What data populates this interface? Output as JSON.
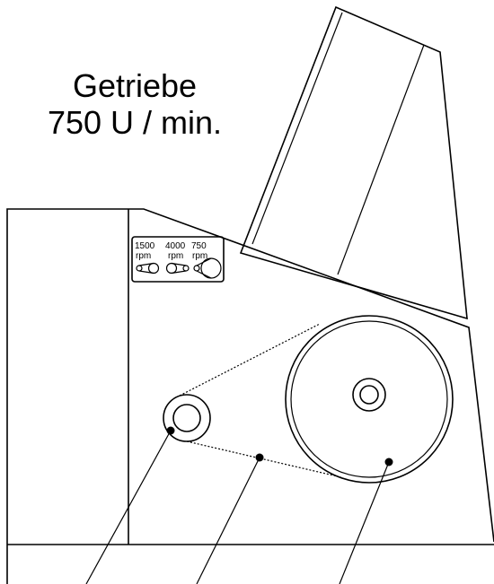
{
  "caption": {
    "line1": "Getriebe",
    "line2": "750 U / min."
  },
  "speed_plate": {
    "settings": [
      {
        "value": "1500",
        "unit": "rpm"
      },
      {
        "value": "4000",
        "unit": "rpm"
      },
      {
        "value": "750",
        "unit": "rpm"
      }
    ]
  },
  "colors": {
    "line": "#000000",
    "background": "#ffffff"
  }
}
